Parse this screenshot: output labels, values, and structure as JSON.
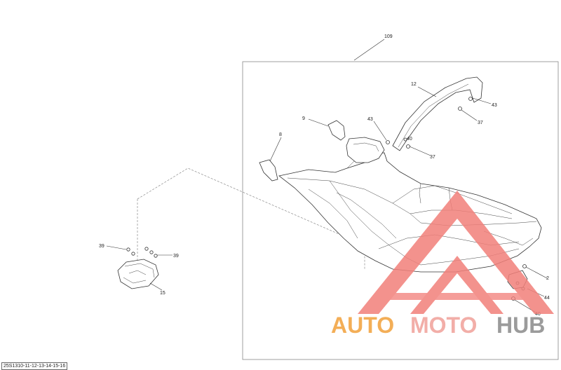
{
  "diagram": {
    "reference_code": "25S1310-11-12-13-14-15-16",
    "callouts": {
      "c109": "109",
      "c12": "12",
      "c9": "9",
      "c43a": "43",
      "c43b": "43",
      "c8": "8",
      "c40a": "40",
      "c37a": "37",
      "c37b": "37",
      "c39a": "39",
      "c39b": "39",
      "c15": "15",
      "c2": "2",
      "c44": "44",
      "c40b": "40"
    }
  },
  "watermark": {
    "part1": "AUTO",
    "part2": "MOTO",
    "part3": "HUB",
    "color_auto": "#f2a03a",
    "color_moto": "#f0a09a",
    "color_hub": "#8a8a8a",
    "color_triangle": "#f2807a"
  }
}
